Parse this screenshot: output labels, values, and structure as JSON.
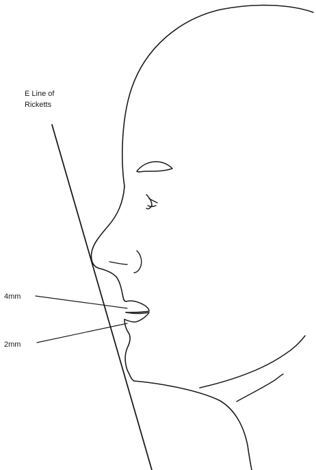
{
  "labels": {
    "e_line_line1": "E Line of",
    "e_line_line2": "Ricketts",
    "upper_lip_distance": "4mm",
    "lower_lip_distance": "2mm"
  }
}
